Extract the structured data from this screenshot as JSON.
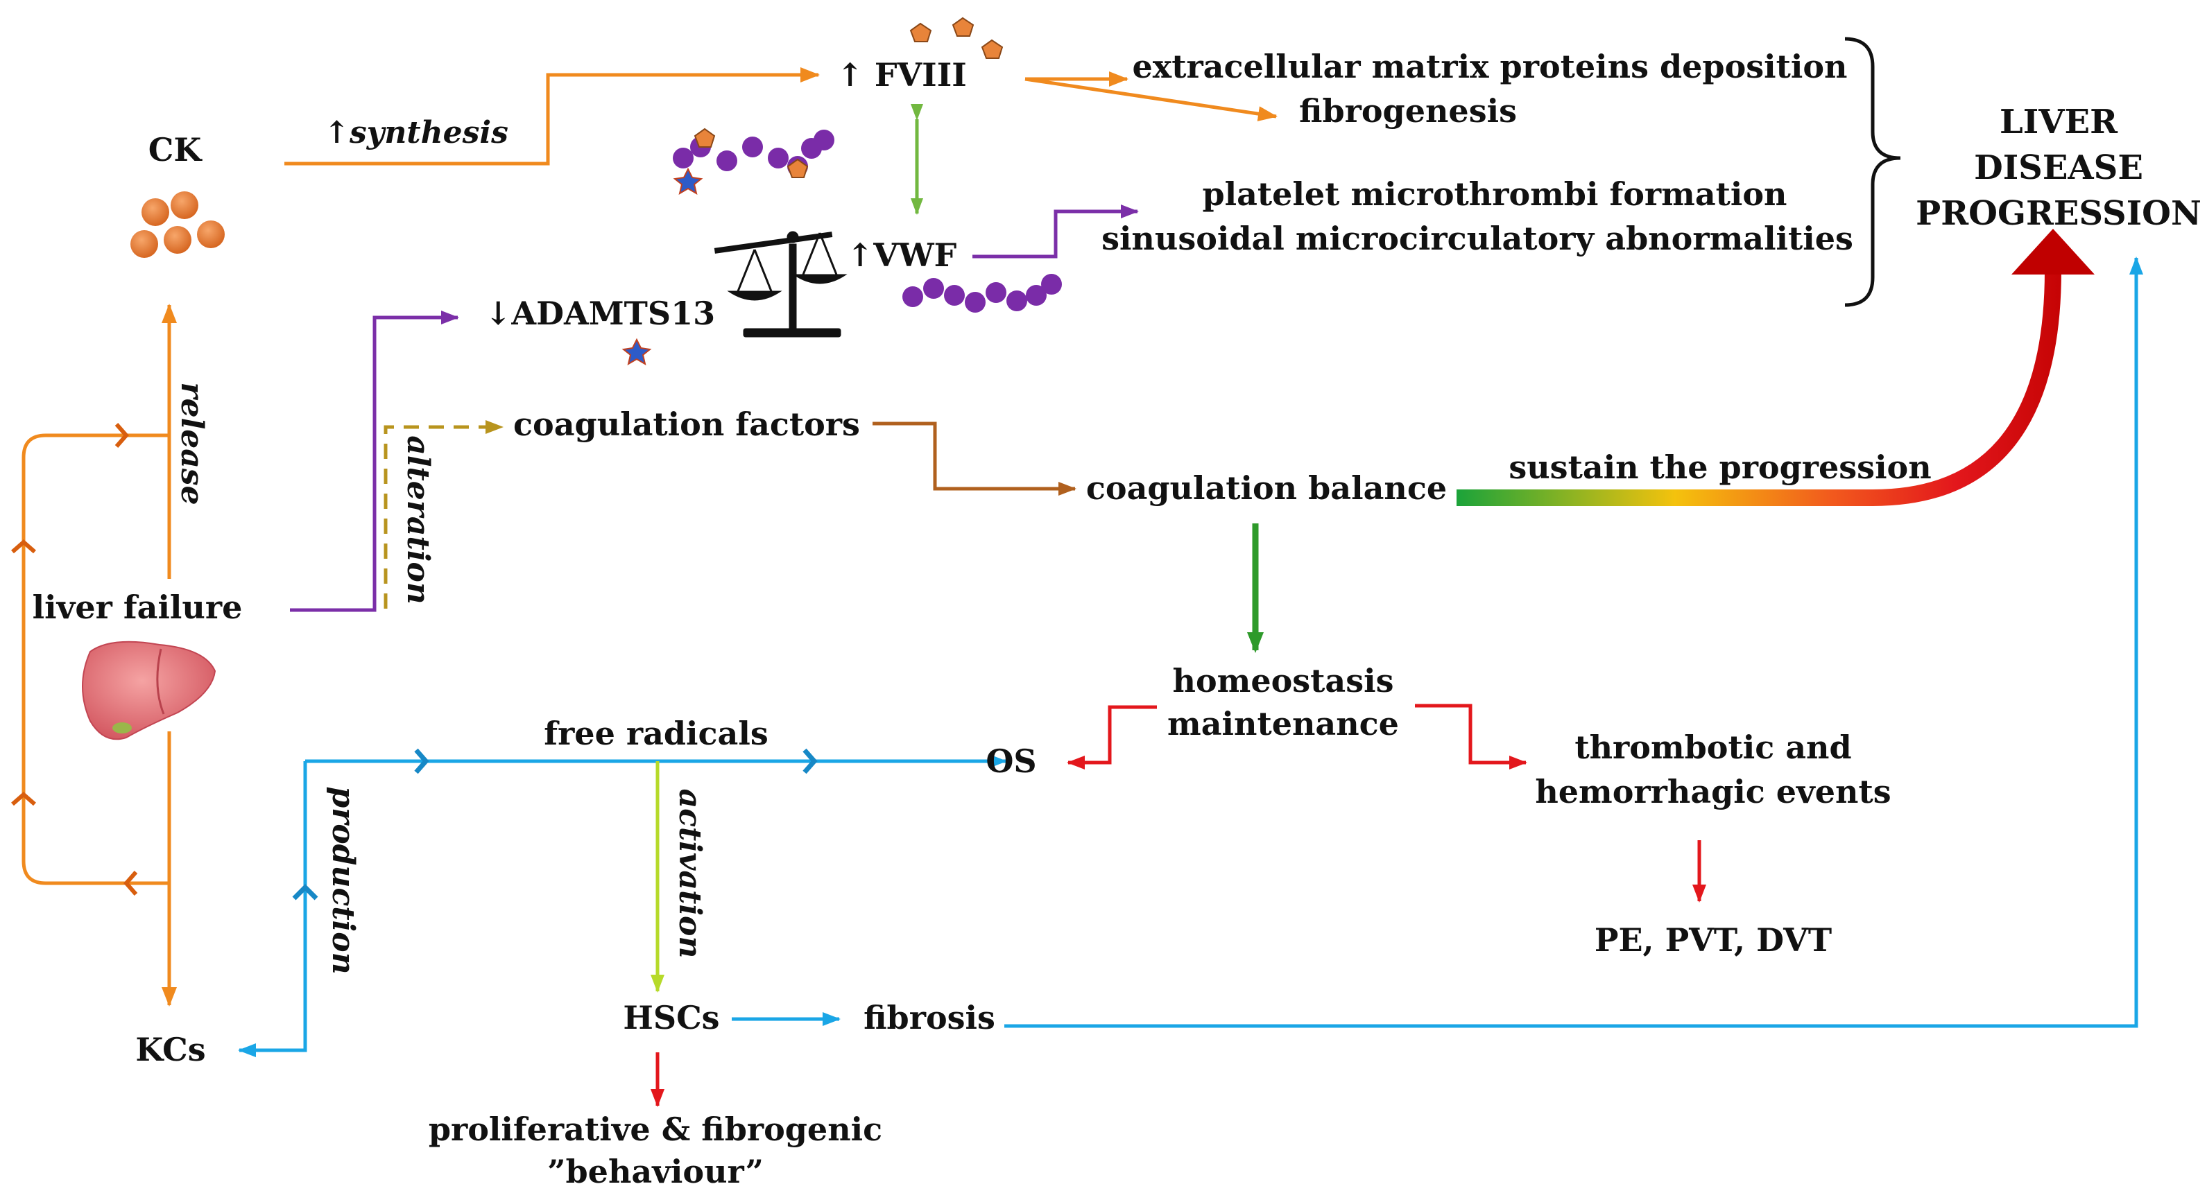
{
  "nodes": {
    "ck": "CK",
    "fviii": "↑ FVIII",
    "vwf": "↑VWF",
    "adamts13": "↓ADAMTS13",
    "coagulation_factors": "coagulation factors",
    "coagulation_balance": "coagulation balance",
    "liver_failure": "liver failure",
    "kcs": "KCs",
    "free_radicals": "free radicals",
    "os": "OS",
    "homeostasis_line1": "homeostasis",
    "homeostasis_line2": "maintenance",
    "thrombotic_line1": "thrombotic and",
    "thrombotic_line2": "hemorrhagic events",
    "pe_pvt_dvt": "PE, PVT, DVT",
    "hscs": "HSCs",
    "fibrosis": "fibrosis",
    "proliferative_line1": "proliferative & fibrogenic",
    "proliferative_line2": "”behaviour”",
    "ecm_line1": "extracellular matrix proteins deposition",
    "ecm_line2": "fibrogenesis",
    "platelet_line1": "platelet microthrombi formation",
    "platelet_line2": "sinusoidal microcirculatory abnormalities",
    "ldp_line1": "LIVER",
    "ldp_line2": "DISEASE",
    "ldp_line3": "PROGRESSION"
  },
  "edge_labels": {
    "synthesis": "↑synthesis",
    "release": "release",
    "alteration": "alteration",
    "production": "production",
    "activation": "activation",
    "sustain": "sustain the progression"
  },
  "colors": {
    "orange": "#F08A1E",
    "purple": "#7B2FA8",
    "green": "#2E9A2A",
    "light_green": "#72B840",
    "brown": "#B0601E",
    "olive_dashed": "#B8941E",
    "blue": "#1AA6E6",
    "lime": "#B6DA2A",
    "red": "#E3171C",
    "dark_red": "#C00000",
    "molecule_purple": "#7A2CA8",
    "molecule_orange": "#E8843A",
    "molecule_blue": "#2E5BC8"
  },
  "icons": {
    "ck_icon": "orange-spheres-icon",
    "liver_icon": "liver-icon",
    "balance_icon": "balance-scale-icon",
    "vwf_chain_icon": "vwf-multimer-icon",
    "complex_icon": "fviii-vwf-complex-icon"
  }
}
